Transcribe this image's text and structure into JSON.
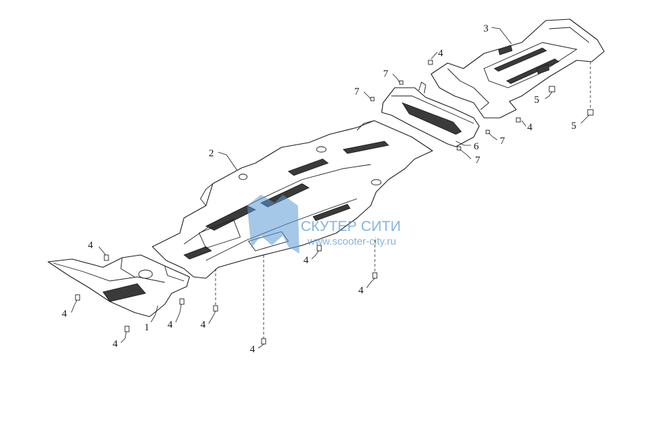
{
  "watermark": {
    "brand": "СКУТЕР СИТИ",
    "url": "www.scooter-city.ru",
    "color": "#5b9bd5"
  },
  "callouts": {
    "part1": "1",
    "part2": "2",
    "part3": "3",
    "part6": "6",
    "bolt4": "4",
    "bolt5": "5",
    "bolt7": "7"
  }
}
